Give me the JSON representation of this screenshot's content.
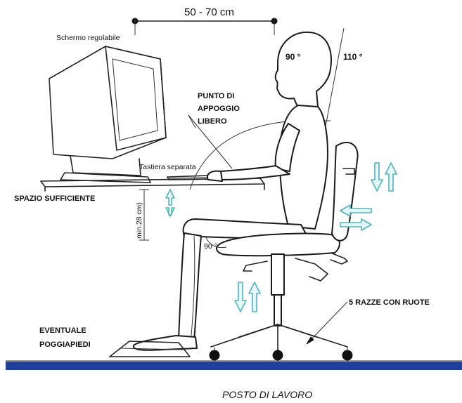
{
  "labels": {
    "distance": "50 - 70 cm",
    "screen": "Schermo regolabile",
    "angle_90_head": "90 °",
    "angle_110": "110 °",
    "support_line1": "PUNTO DI",
    "support_line2": "APPOGGIO",
    "support_line3": "LIBERO",
    "keyboard": "Tastiera separata",
    "space": "SPAZIO SUFFICIENTE",
    "min_height": "min.28 cm)",
    "angle_90_knee": "90 °",
    "wheels": "5 RAZZE CON RUOTE",
    "footrest_line1": "EVENTUALE",
    "footrest_line2": "POGGIAPIEDI"
  },
  "caption": "POSTO DI LAVORO",
  "colors": {
    "floor": "#1f3f9a",
    "arrows": "#4fb3be",
    "ink": "#1a1a1a"
  },
  "icons": [
    "up-down-arrow-icon",
    "left-right-arrow-icon"
  ]
}
